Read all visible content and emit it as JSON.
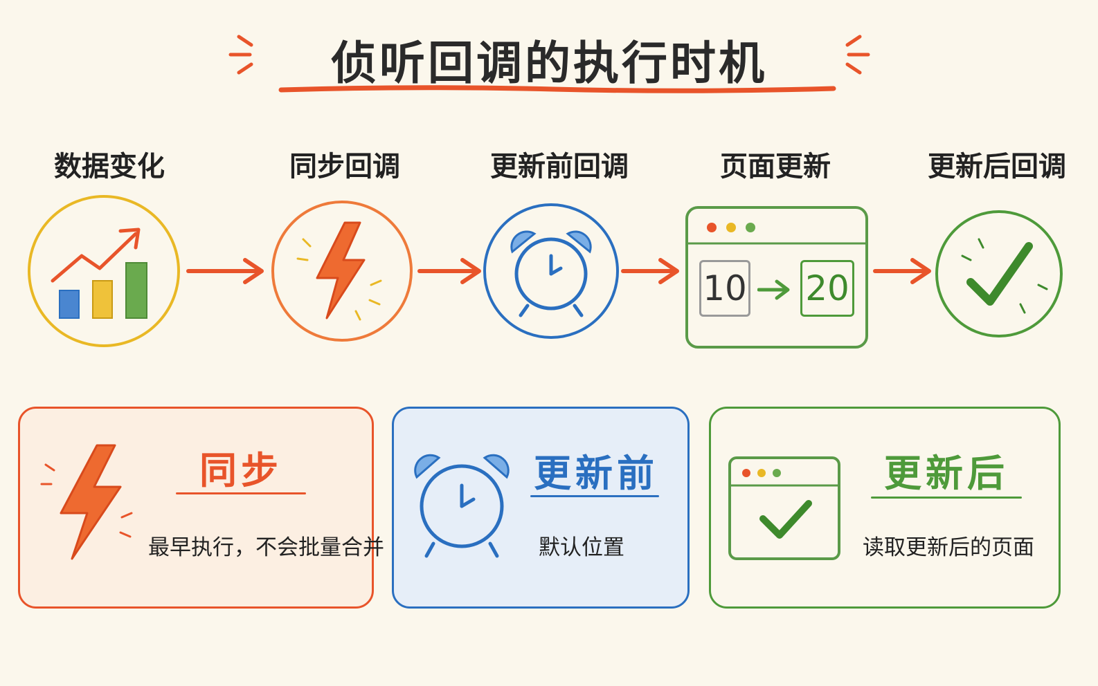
{
  "title": "侦听回调的执行时机",
  "steps": [
    {
      "label": "数据变化",
      "icon": "chart-icon"
    },
    {
      "label": "同步回调",
      "icon": "lightning-icon"
    },
    {
      "label": "更新前回调",
      "icon": "alarm-clock-icon"
    },
    {
      "label": "页面更新",
      "icon": "browser-window-icon"
    },
    {
      "label": "更新后回调",
      "icon": "checkmark-icon"
    }
  ],
  "page_update": {
    "from": "10",
    "to": "20"
  },
  "cards": [
    {
      "title": "同步",
      "desc": "最早执行，不会批量合并",
      "icon": "lightning-icon",
      "color": "#e8542a"
    },
    {
      "title": "更新前",
      "desc": "默认位置",
      "icon": "alarm-clock-icon",
      "color": "#2a6fc0"
    },
    {
      "title": "更新后",
      "desc": "读取更新后的页面",
      "icon": "browser-check-icon",
      "color": "#4e9a3a"
    }
  ],
  "colors": {
    "orange": "#e8542a",
    "blue": "#2a6fc0",
    "green": "#4e9a3a",
    "yellow": "#e9b825",
    "background": "#fbf7ec"
  }
}
